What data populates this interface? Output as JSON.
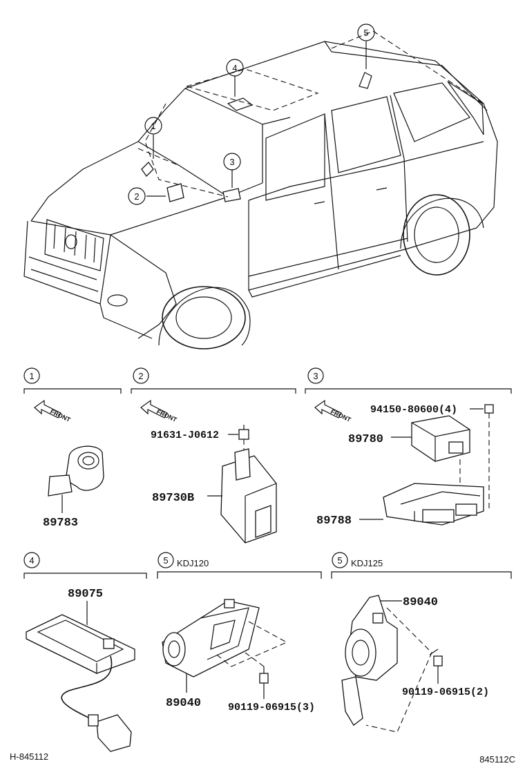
{
  "callouts": [
    "1",
    "2",
    "3",
    "4",
    "5"
  ],
  "sections": [
    {
      "callout": "1",
      "direction": "FRONT",
      "parts": [
        "89783"
      ]
    },
    {
      "callout": "2",
      "direction": "FRONT",
      "parts": [
        "91631-J0612",
        "89730B"
      ]
    },
    {
      "callout": "3",
      "direction": "FRONT",
      "parts": [
        "94150-80600(4)",
        "89780",
        "89788"
      ]
    },
    {
      "callout": "4",
      "parts": [
        "89075"
      ]
    },
    {
      "callout": "5",
      "variant": "KDJ120",
      "parts": [
        "89040",
        "90119-06915(3)"
      ]
    },
    {
      "callout": "5",
      "variant": "KDJ125",
      "parts": [
        "89040",
        "90119-06915(2)"
      ]
    }
  ],
  "footer": {
    "left": "H-845112",
    "right": "845112C"
  }
}
